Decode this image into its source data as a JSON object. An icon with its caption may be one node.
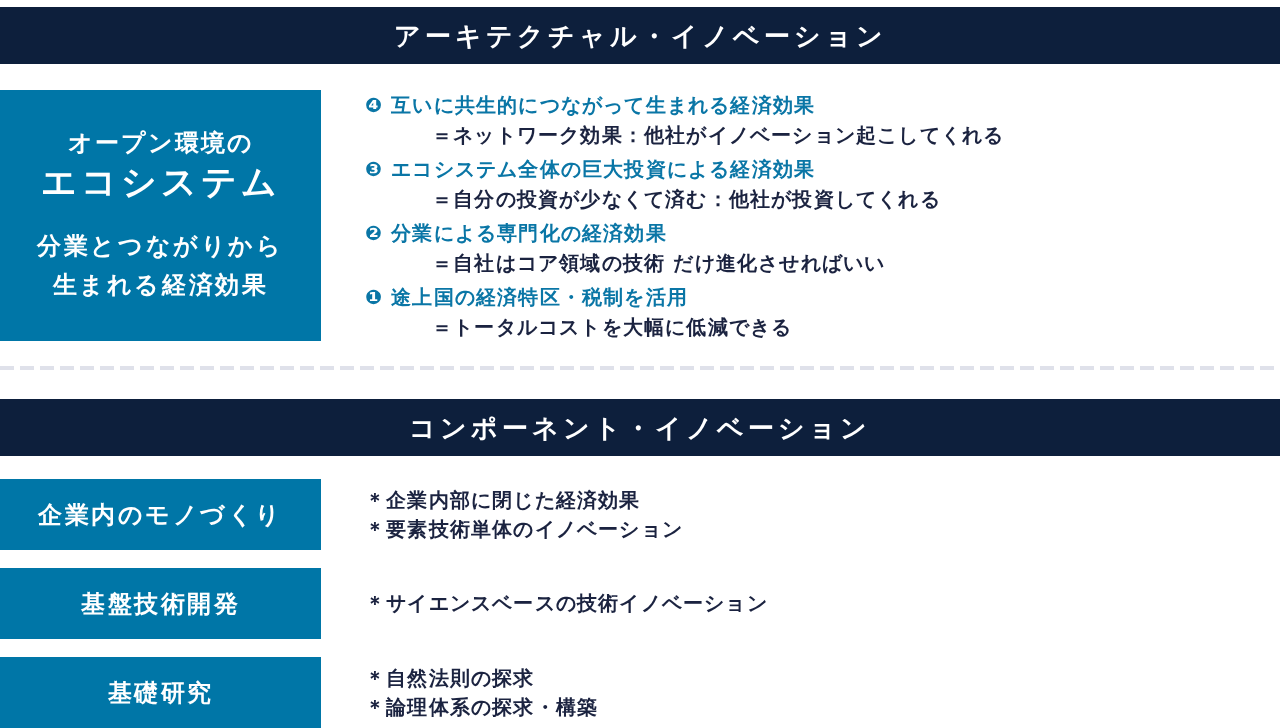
{
  "diagram": {
    "nodes": [
      {
        "text": [
          "アーキテクチャル・イノベーション"
        ]
      },
      {
        "text": [
          "オープン環境の",
          "エコシステム",
          "分業とつながりから生まれる経済効果"
        ],
        "beside": [
          "❹ 互いに共生的につながって生まれる経済効果",
          "＝ネットワーク効果：他社がイノベーション起こしてくれる",
          "❸ エコシステム全体の巨大投資による経済効果",
          "＝自分の投資が少なくて済む：他社が投資してくれる",
          "❷ 分業による専門化の経済効果",
          "＝自社はコア領域の技術 だけ進化させればいい",
          "❶ 途上国の経済特区・税制を活用",
          "＝トータルコストを大幅に低減できる"
        ]
      },
      {
        "text": [
          "コンポーネント・イノベーション"
        ]
      },
      {
        "text": [
          "企業内のモノづくり"
        ],
        "beside": [
          "＊企業内部に閉じた経済効果",
          "＊要素技術単体のイノベーション"
        ]
      },
      {
        "text": [
          "基盤技術開発"
        ],
        "beside": [
          "＊サイエンスベースの技術イノベーション"
        ]
      },
      {
        "text": [
          "基礎研究"
        ],
        "beside": [
          "＊自然法則の探求",
          "＊論理体系の探求・構築"
        ]
      }
    ]
  }
}
